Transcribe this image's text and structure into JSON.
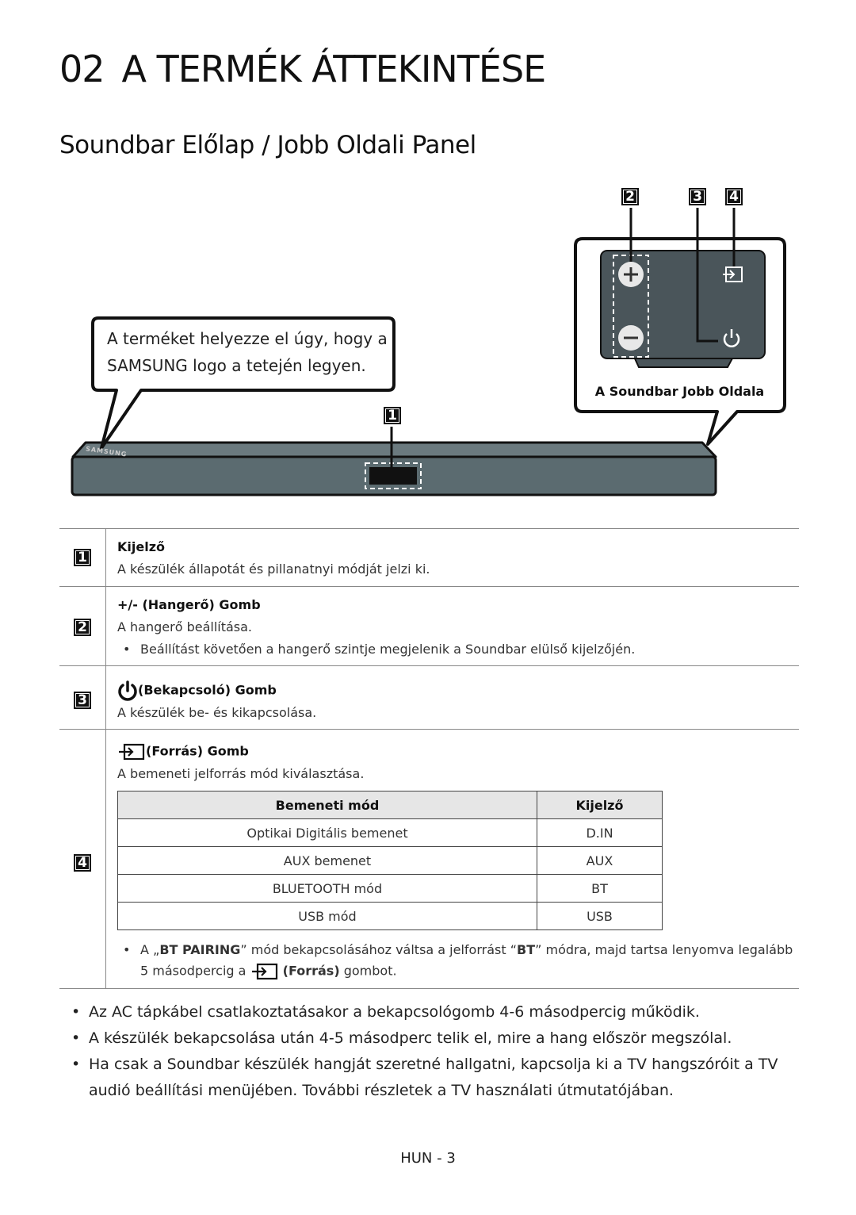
{
  "header": {
    "chapter_number": "02",
    "chapter_title": "A TERMÉK ÁTTEKINTÉSE",
    "section_title": "Soundbar Előlap / Jobb Oldali Panel"
  },
  "diagram": {
    "callout_left_line1": "A terméket helyezze el úgy, hogy a",
    "callout_left_line2": "SAMSUNG logo a tetején legyen.",
    "callout_right_caption": "A Soundbar Jobb Oldala",
    "logo_text": "SAMSUNG",
    "badge_1": "1",
    "badge_2": "2",
    "badge_3": "3",
    "badge_4": "4"
  },
  "rows": [
    {
      "badge": "1",
      "title": "Kijelző",
      "text": "A készülék állapotát és pillanatnyi módját jelzi ki."
    },
    {
      "badge": "2",
      "title": "+/- (Hangerő) Gomb",
      "text": "A hangerő beállítása.",
      "bullet": "Beállítást követően a hangerő szintje megjelenik a Soundbar elülső kijelzőjén."
    },
    {
      "badge": "3",
      "title": "(Bekapcsoló) Gomb",
      "icon": "power-icon",
      "text": "A készülék be- és kikapcsolása."
    },
    {
      "badge": "4",
      "title": "(Forrás) Gomb",
      "icon": "source-icon",
      "text": "A bemeneti jelforrás mód kiválasztása.",
      "bullet_line1_pre": "A „",
      "bullet_line1_bold1": "BT PAIRING",
      "bullet_line1_mid": "” mód bekapcsolásához váltsa a jelforrást “",
      "bullet_line1_bold2": "BT",
      "bullet_line1_post": "” módra, majd tartsa lenyomva legalább",
      "bullet_line2_pre": "5 másodpercig a",
      "bullet_line2_bold": "(Forrás)",
      "bullet_line2_post": "gombot."
    }
  ],
  "mode_table": {
    "headers": [
      "Bemeneti mód",
      "Kijelző"
    ],
    "rows": [
      [
        "Optikai Digitális bemenet",
        "D.IN"
      ],
      [
        "AUX bemenet",
        "AUX"
      ],
      [
        "BLUETOOTH mód",
        "BT"
      ],
      [
        "USB mód",
        "USB"
      ]
    ]
  },
  "notes": [
    "Az AC tápkábel csatlakoztatásakor a bekapcsológomb 4-6 másodpercig működik.",
    "A készülék bekapcsolása után 4-5 másodperc telik el, mire a hang először megszólal.",
    "Ha csak a Soundbar készülék hangját szeretné hallgatni, kapcsolja ki a TV hangszóróit a TV audió beállítási menüjében. További részletek a TV használati útmutatójában."
  ],
  "footer": {
    "page_label": "HUN - 3"
  },
  "colors": {
    "soundbar_body": "#5b6b70",
    "panel": "#4a555a",
    "badge": "#111111"
  }
}
